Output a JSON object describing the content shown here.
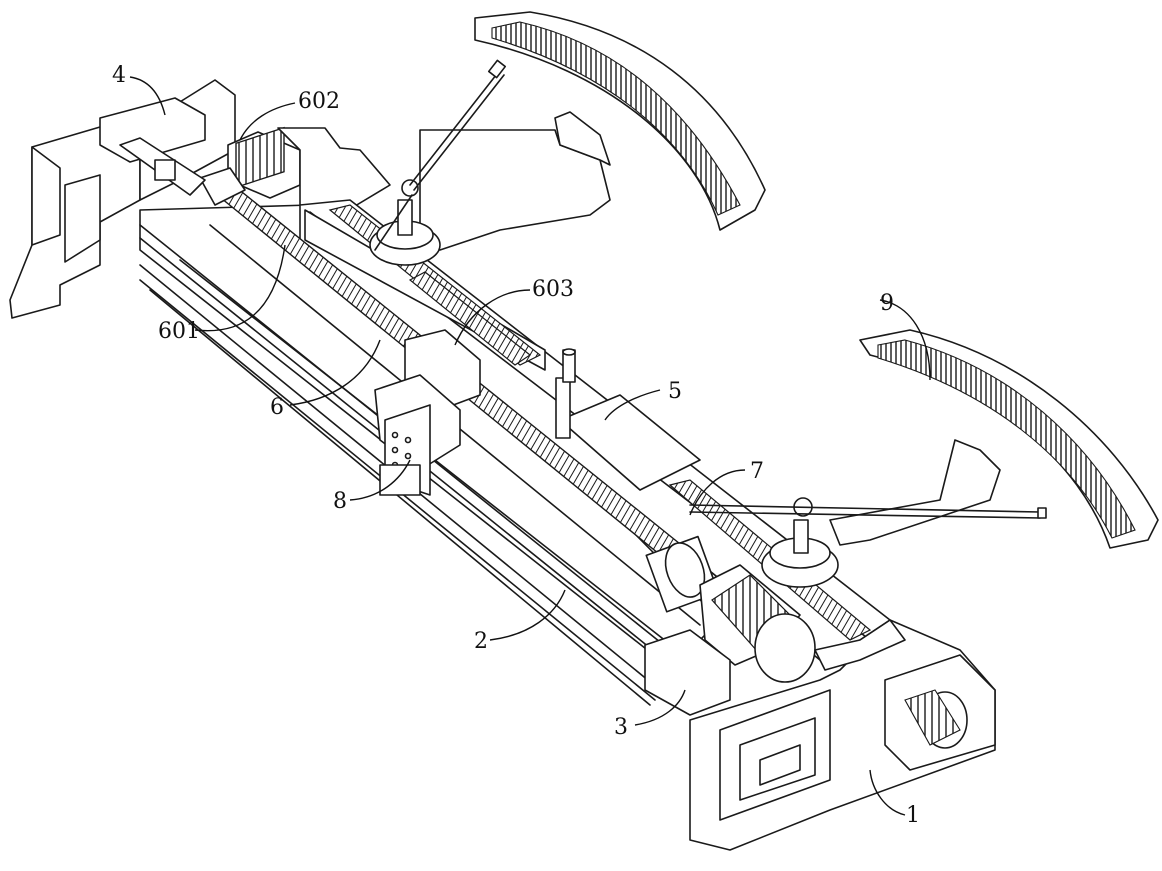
{
  "figure": {
    "type": "patent-mechanical-drawing",
    "colors": {
      "line": "#1a1a1a",
      "background": "#ffffff"
    },
    "reference_labels": [
      {
        "id": "1",
        "text": "1"
      },
      {
        "id": "2",
        "text": "2"
      },
      {
        "id": "3",
        "text": "3"
      },
      {
        "id": "4",
        "text": "4"
      },
      {
        "id": "5",
        "text": "5"
      },
      {
        "id": "6",
        "text": "6"
      },
      {
        "id": "7",
        "text": "7"
      },
      {
        "id": "8",
        "text": "8"
      },
      {
        "id": "9",
        "text": "9"
      },
      {
        "id": "601",
        "text": "601"
      },
      {
        "id": "602",
        "text": "602"
      },
      {
        "id": "603",
        "text": "603"
      }
    ]
  }
}
